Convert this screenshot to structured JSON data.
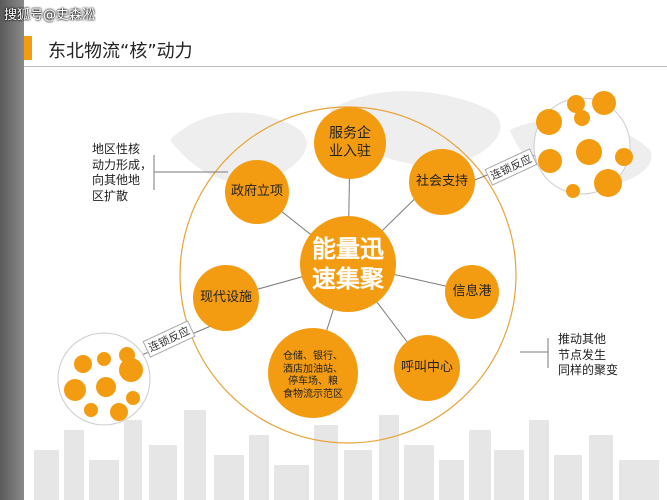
{
  "watermark": "搜狐号@史森淞",
  "title": "东北物流“核”动力",
  "center": {
    "line1": "能量迅",
    "line2": "速集聚"
  },
  "nodes": {
    "service": {
      "line1": "服务企",
      "line2": "业入驻"
    },
    "social": "社会支持",
    "info": "信息港",
    "call": "呼叫中心",
    "storage": {
      "line1": "仓储、银行、",
      "line2": "酒店加油站、",
      "line3": "停车场、粮",
      "line4": "食物流示范区"
    },
    "modern": "现代设施",
    "gov": "政府立项"
  },
  "left_note": {
    "line1": "地区性核",
    "line2": "动力形成，",
    "line3": "向其他地",
    "line4": "区扩散"
  },
  "right_note": {
    "line1": "推动其他",
    "line2": "节点发生",
    "line3": "同样的聚变"
  },
  "chain_top": "连锁反应",
  "chain_bottom": "连锁反应",
  "colors": {
    "accent": "#f39c12",
    "center": "#f39c12",
    "ring": "#e8a23a",
    "connector": "#7a7a7a"
  }
}
